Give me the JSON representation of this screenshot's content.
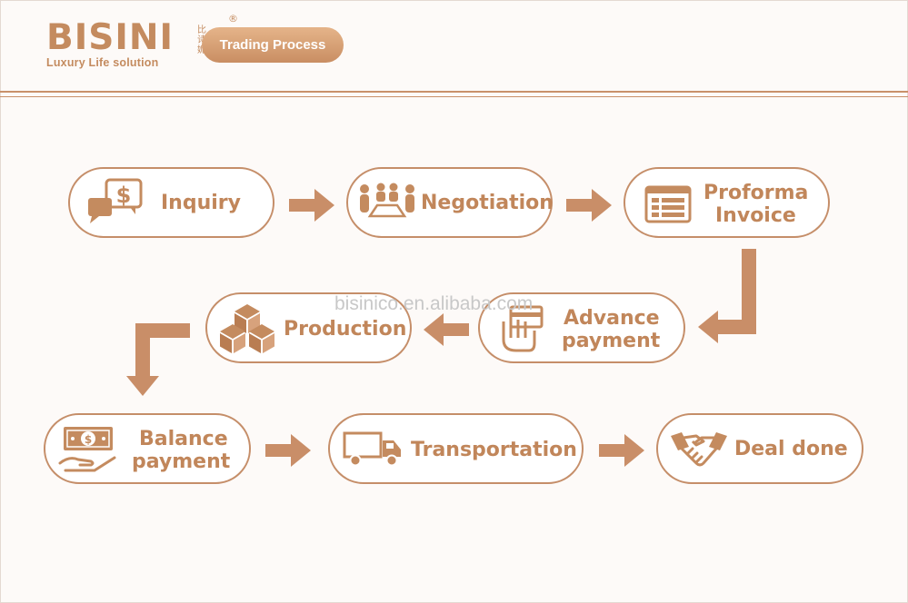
{
  "brand": {
    "name": "BISINI",
    "chinese": "比诗妮",
    "registered": "®",
    "tagline": "Luxury Life solution"
  },
  "header": {
    "title": "Trading Process"
  },
  "watermark": "bisinico.en.alibaba.com",
  "steps": [
    {
      "line1": "Inquiry",
      "line2": "",
      "icon": "dollar-chat-icon"
    },
    {
      "line1": "Negotiation",
      "line2": "",
      "icon": "meeting-icon"
    },
    {
      "line1": "Proforma",
      "line2": "Invoice",
      "icon": "invoice-icon"
    },
    {
      "line1": "Advance",
      "line2": "payment",
      "icon": "card-hand-icon"
    },
    {
      "line1": "Production",
      "line2": "",
      "icon": "boxes-icon"
    },
    {
      "line1": "Balance",
      "line2": "payment",
      "icon": "cash-hand-icon"
    },
    {
      "line1": "Transportation",
      "line2": "",
      "icon": "truck-icon"
    },
    {
      "line1": "Deal done",
      "line2": "",
      "icon": "handshake-icon"
    }
  ],
  "colors": {
    "accent": "#c48b5f",
    "arrow": "#c98e68",
    "border": "#c58e69"
  }
}
